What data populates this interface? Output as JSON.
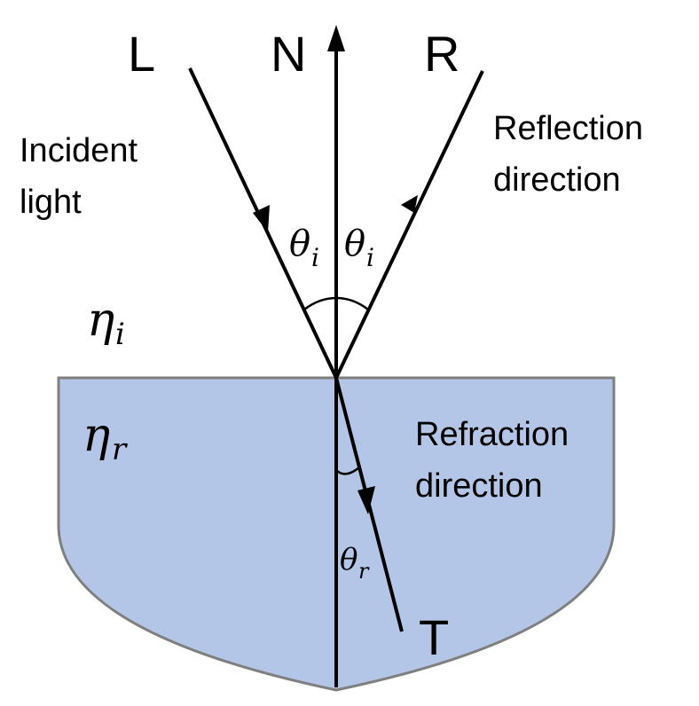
{
  "labels": {
    "L": "L",
    "N": "N",
    "R": "R",
    "T": "T",
    "incident_line1": "Incident",
    "incident_line2": "light",
    "reflection_line1": "Reflection",
    "reflection_line2": "direction",
    "refraction_line1": "Refraction",
    "refraction_line2": "direction",
    "eta": "η",
    "eta_i_sub": "i",
    "eta_r_sub": "r",
    "theta": "θ",
    "theta_i_sub": "i",
    "theta_r_sub": "r"
  },
  "colors": {
    "medium_fill": "#b4c6e7",
    "medium_stroke": "#7f7f7f",
    "line": "#000000"
  }
}
